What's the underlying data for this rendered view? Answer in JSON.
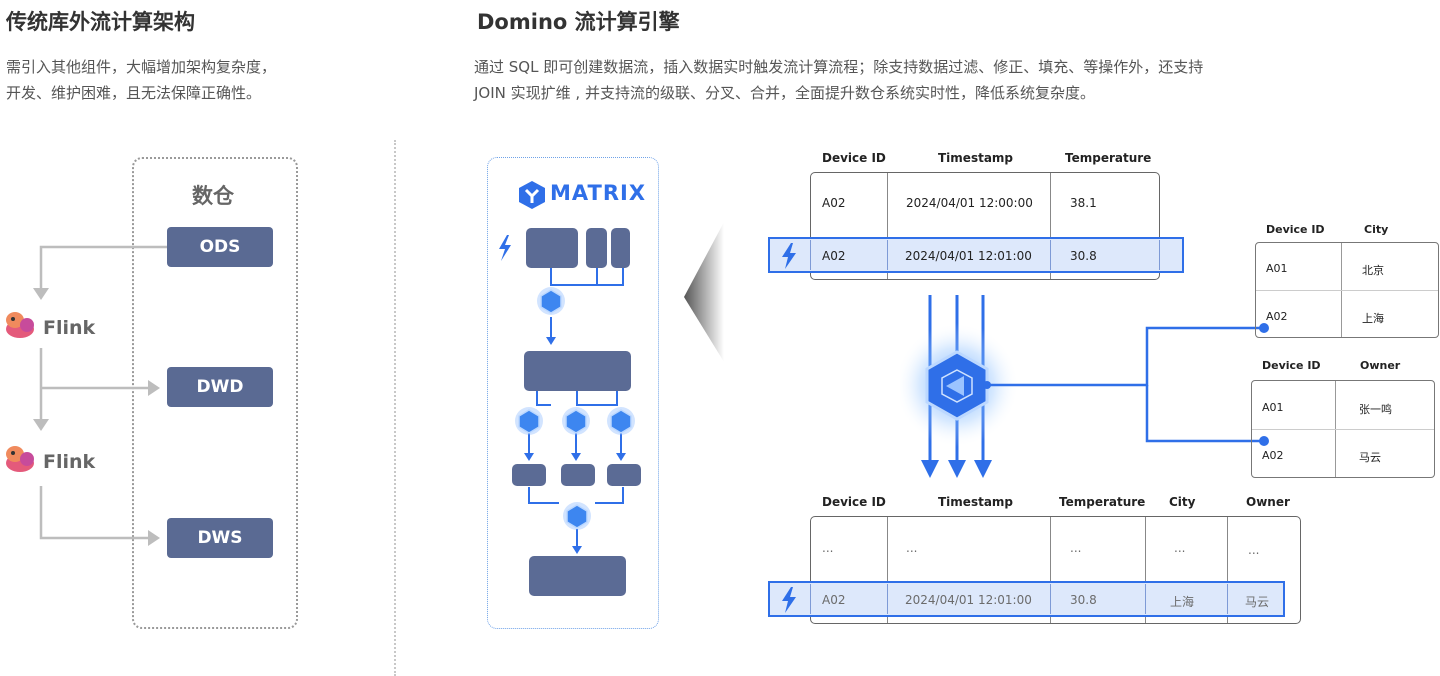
{
  "left": {
    "title": "传统库外流计算架构",
    "desc_line1": "需引入其他组件，大幅增加架构复杂度，",
    "desc_line2": "开发、维护困难，且无法保障正确性。",
    "warehouse_label": "数仓",
    "layers": [
      "ODS",
      "DWD",
      "DWS"
    ],
    "flink_label": "Flink"
  },
  "right": {
    "title": "Domino 流计算引擎",
    "desc_line1": "通过 SQL 即可创建数据流，插入数据实时触发流计算流程；除支持数据过滤、修正、填充、等操作外，还支持",
    "desc_line2": "JOIN 实现扩维 , 并支持流的级联、分叉、合并，全面提升数仓系统实时性，降低系统复杂度。",
    "brand": "MATRIX"
  },
  "stream_table": {
    "headers": [
      "Device ID",
      "Timestamp",
      "Temperature"
    ],
    "rows": [
      [
        "A02",
        "2024/04/01 12:00:00",
        "38.1"
      ],
      [
        "A02",
        "2024/04/01 12:01:00",
        "30.8"
      ]
    ]
  },
  "city_table": {
    "headers": [
      "Device ID",
      "City"
    ],
    "rows": [
      [
        "A01",
        "北京"
      ],
      [
        "A02",
        "上海"
      ]
    ]
  },
  "owner_table": {
    "headers": [
      "Device ID",
      "Owner"
    ],
    "rows": [
      [
        "A01",
        "张一鸣"
      ],
      [
        "A02",
        "马云"
      ]
    ]
  },
  "result_table": {
    "headers": [
      "Device ID",
      "Timestamp",
      "Temperature",
      "City",
      "Owner"
    ],
    "ellipsis_row": [
      "...",
      "...",
      "...",
      "...",
      "..."
    ],
    "highlight_row": [
      "A02",
      "2024/04/01 12:01:00",
      "30.8",
      "上海",
      "马云"
    ]
  },
  "colors": {
    "accent": "#2f6fe8",
    "highlight_fill": "#dde8fb",
    "node": "#5a6a93",
    "gray_line": "#bdbdbd"
  }
}
